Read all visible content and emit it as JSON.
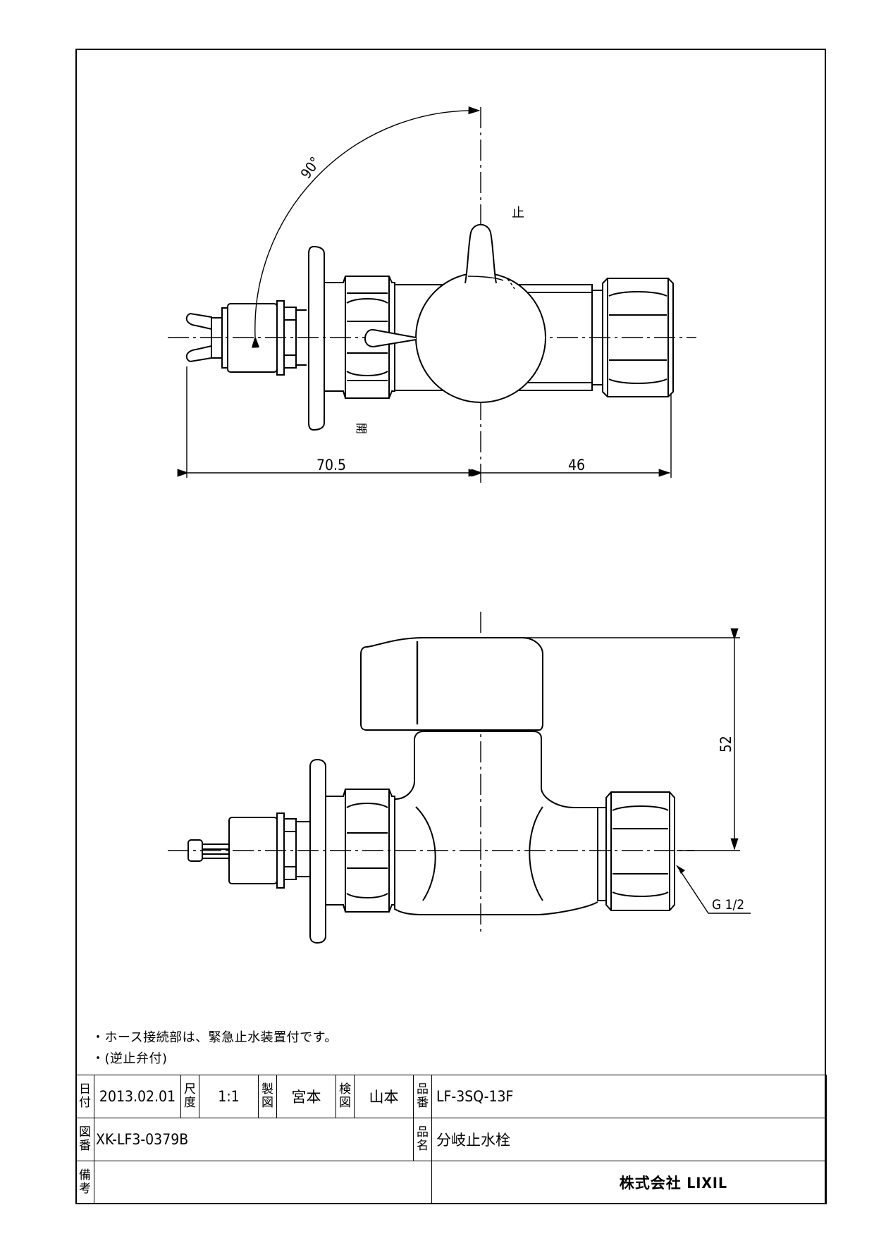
{
  "view_top": {
    "angle_label": "90°",
    "stop_label": "止",
    "open_label": "開",
    "dim_left": "70.5",
    "dim_right": "46"
  },
  "view_front": {
    "dim_height": "52",
    "thread_label": "G 1/2"
  },
  "notes": [
    "・ホース接続部は、緊急止水装置付です。",
    "・(逆止弁付)"
  ],
  "title_block": {
    "date_label": [
      "日",
      "付"
    ],
    "date": "2013.02.01",
    "scale_label": [
      "尺",
      "度"
    ],
    "scale": "1:1",
    "drawn_label": [
      "製",
      "図"
    ],
    "drawn_by": "宮本",
    "checked_label": [
      "検",
      "図"
    ],
    "checked_by": "山本",
    "part_no_label": [
      "品",
      "番"
    ],
    "part_no": "LF-3SQ-13F",
    "drawing_no_label": [
      "図",
      "番"
    ],
    "drawing_no": "XK-LF3-0379B",
    "product_name_label": [
      "品",
      "名"
    ],
    "product_name": "分岐止水栓",
    "remarks_label": [
      "備",
      "考"
    ],
    "company": "株式会社 LIXIL"
  }
}
